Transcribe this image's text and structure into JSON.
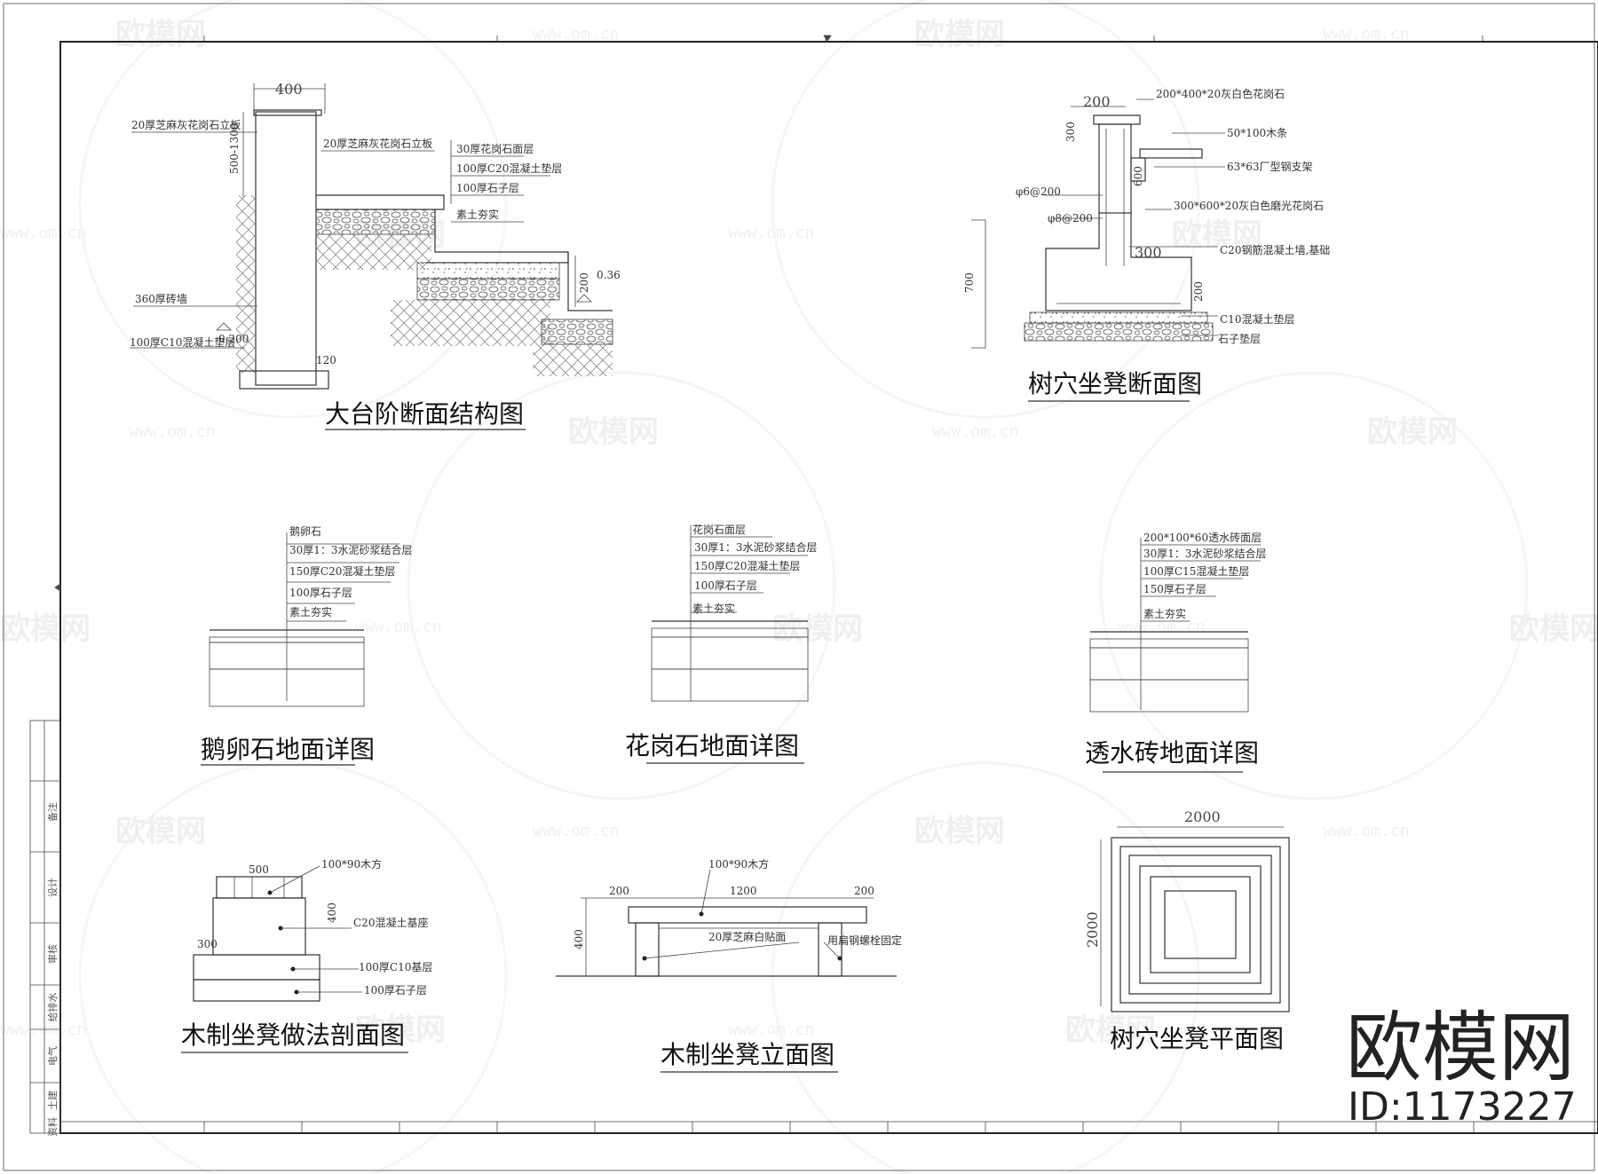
{
  "watermark": {
    "brand": "欧模网",
    "url": "www.om.cn"
  },
  "brand_mark": {
    "name": "欧模网",
    "id": "ID:1173227"
  },
  "title_block": [
    "备注",
    "设计",
    "审核",
    "给排水",
    "电气",
    "土建",
    "资料"
  ],
  "drawings": {
    "big_step": {
      "title": "大台阶断面结构图",
      "dims": {
        "w": "400",
        "h": "500-1300",
        "base": "120",
        "step": "200",
        "e1": "0.36",
        "e2": "0.200"
      },
      "labels": [
        "20厚芝麻灰花岗石立板",
        "20厚芝麻灰花岗石立板",
        "30厚花岗石面层",
        "100厚C20混凝土垫层",
        "100厚石子层",
        "素土夯实",
        "360厚砖墙",
        "100厚C10混凝土垫层"
      ]
    },
    "tree_seat_section": {
      "title": "树穴坐凳断面图",
      "dims": {
        "w": "200",
        "h": "300",
        "a": "600",
        "b": "300",
        "c": "200",
        "d": "700"
      },
      "labels": [
        "200*400*20灰白色花岗石",
        "50*100木条",
        "63*63厂型钢支架",
        "φ6@200",
        "φ8@200",
        "300*600*20灰白色磨光花岗石",
        "C20钢筋混凝土墙,基础",
        "C10混凝土垫层",
        "石子垫层"
      ]
    },
    "cobble": {
      "title": "鹅卵石地面详图",
      "labels": [
        "鹅卵石",
        "30厚1：3水泥砂浆结合层",
        "150厚C20混凝土垫层",
        "100厚石子层",
        "素土夯实"
      ]
    },
    "granite": {
      "title": "花岗石地面详图",
      "labels": [
        "花岗石面层",
        "30厚1：3水泥砂浆结合层",
        "150厚C20混凝土垫层",
        "100厚石子层",
        "素土夯实"
      ]
    },
    "permeable": {
      "title": "透水砖地面详图",
      "labels": [
        "200*100*60透水砖面层",
        "30厚1：3水泥砂浆结合层",
        "100厚C15混凝土垫层",
        "150厚石子层",
        "素土夯实"
      ]
    },
    "wood_section": {
      "title": "木制坐凳做法剖面图",
      "dims": {
        "w": "500",
        "h": "400",
        "s": "300"
      },
      "labels": [
        "100*90木方",
        "C20混凝土基座",
        "100厚C10基层",
        "100厚石子层"
      ]
    },
    "wood_elev": {
      "title": "木制坐凳立面图",
      "dims": {
        "a": "200",
        "b": "1200",
        "c": "200",
        "h": "400"
      },
      "labels": [
        "100*90木方",
        "20厚芝麻白贴面",
        "用扁钢螺栓固定"
      ]
    },
    "tree_seat_plan": {
      "title": "树穴坐凳平面图",
      "dims": {
        "w": "2000",
        "h": "2000"
      }
    }
  }
}
